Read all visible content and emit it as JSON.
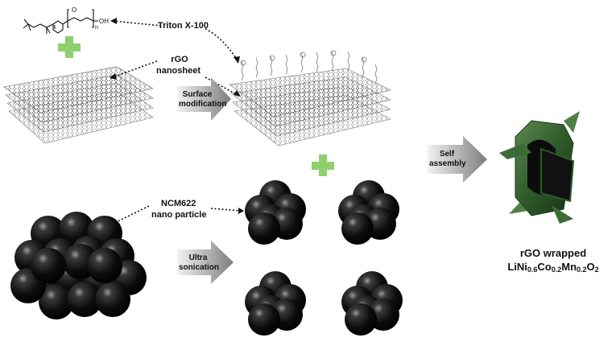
{
  "molecule": {
    "subscript_n": "n",
    "end_group": "OH"
  },
  "labels": {
    "triton": "Triton X-100",
    "rgo_line1": "rGO",
    "rgo_line2": "nanosheet",
    "ncm_line1": "NCM622",
    "ncm_line2": "nano particle"
  },
  "arrows": {
    "surface_line1": "Surface",
    "surface_line2": "modification",
    "ultra_line1": "Ultra",
    "ultra_line2": "sonication",
    "self_line1": "Self",
    "self_line2": "assembly"
  },
  "product": {
    "line1": "rGO wrapped",
    "formula": [
      {
        "t": "LiNi",
        "sub": "0.6"
      },
      {
        "t": "Co",
        "sub": "0.2"
      },
      {
        "t": "Mn",
        "sub": "0.2"
      },
      {
        "t": "O",
        "sub": "2"
      }
    ]
  },
  "colors": {
    "plus": "#8fcf6f",
    "arrow_dark": "#8a8a8a",
    "arrow_light": "#ececec",
    "sheet_line": "#555555",
    "sphere_dark": "#0d0d0d",
    "wrap_green": "#2f5a2a"
  }
}
